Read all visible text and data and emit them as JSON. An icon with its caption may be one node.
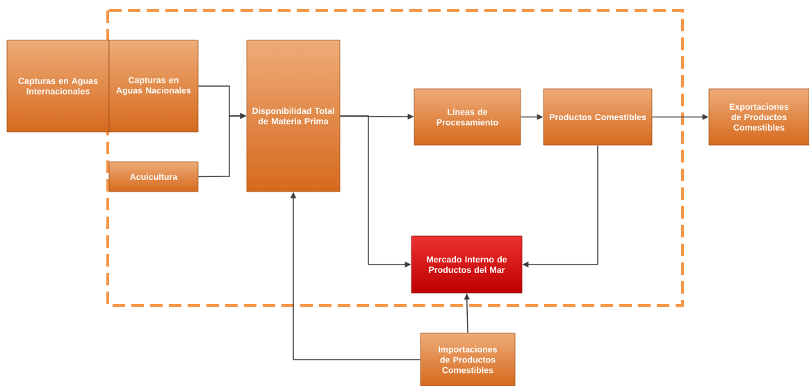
{
  "diagram": {
    "nodes": [
      {
        "text": [
          "Capturas en Aguas Internacionales"
        ]
      },
      {
        "text": [
          "Capturas en Aguas Nacionales"
        ]
      },
      {
        "text": [
          "Acuicultura"
        ]
      },
      {
        "text": [
          "Disponibilidad Total de Materia Prima"
        ]
      },
      {
        "text": [
          "Líneas de Procesamiento"
        ]
      },
      {
        "text": [
          "Productos Comestibles"
        ]
      },
      {
        "text": [
          "Exportaciones de Productos Comestibles"
        ]
      },
      {
        "text": [
          "Mercado Interno de Productos del Mar"
        ]
      },
      {
        "text": [
          "Importaciones de Productos Comestibles"
        ]
      }
    ],
    "edges": [
      {
        "from": 1,
        "to": 3,
        "arrow": "to"
      },
      {
        "from": 2,
        "to": 3,
        "arrow": "to"
      },
      {
        "from": 3,
        "to": 4,
        "arrow": "to"
      },
      {
        "from": 3,
        "to": 7,
        "arrow": "to"
      },
      {
        "from": 4,
        "to": 5,
        "arrow": "to"
      },
      {
        "from": 5,
        "to": 6,
        "arrow": "to"
      },
      {
        "from": 5,
        "to": 7,
        "arrow": "to"
      },
      {
        "from": 8,
        "to": 3,
        "arrow": "to"
      },
      {
        "from": 8,
        "to": 7,
        "arrow": "to"
      }
    ]
  }
}
